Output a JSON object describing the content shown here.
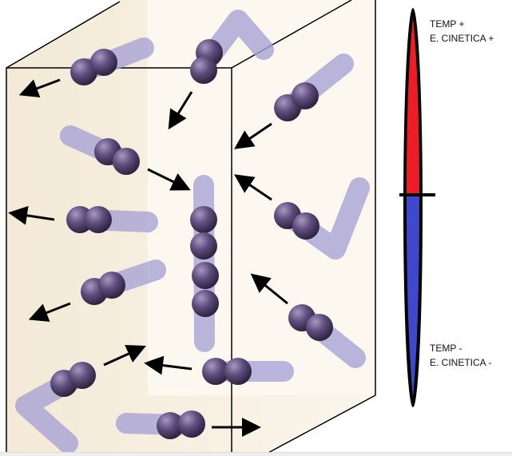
{
  "labels": {
    "hot_line1": "TEMP +",
    "hot_line2": "E. CINETICA +",
    "cold_line1": "TEMP -",
    "cold_line2": "E. CINETICA -"
  },
  "colors": {
    "hot": "#ee1c25",
    "cold": "#3f48cc",
    "molecule": "#5a4a7a",
    "box": "#f7efdf"
  }
}
